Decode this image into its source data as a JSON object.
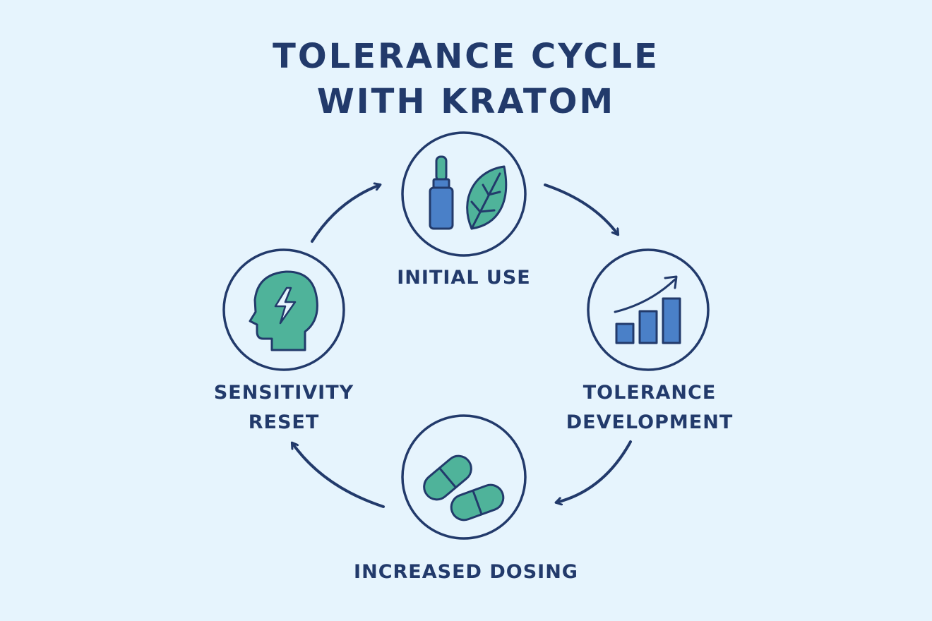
{
  "title": {
    "line1": "TOLERANCE CYCLE",
    "line2": "WITH KRATOM"
  },
  "stages": {
    "initial_use": {
      "label": "INITIAL USE",
      "icons": [
        "dropper-bottle-icon",
        "leaf-icon"
      ]
    },
    "tolerance_development": {
      "line1": "TOLERANCE",
      "line2": "DEVELOPMENT",
      "icons": [
        "bar-chart-up-icon"
      ]
    },
    "increased_dosing": {
      "label": "INCREASED DOSING",
      "icons": [
        "capsule-icon",
        "capsule-icon"
      ]
    },
    "sensitivity_reset": {
      "line1": "SENSITIVITY",
      "line2": "RESET",
      "icons": [
        "head-lightning-icon"
      ]
    }
  },
  "colors": {
    "navy": "#223a6b",
    "green": "#4fb39a",
    "blue": "#4a80c8",
    "background": "#e6f4fd"
  }
}
